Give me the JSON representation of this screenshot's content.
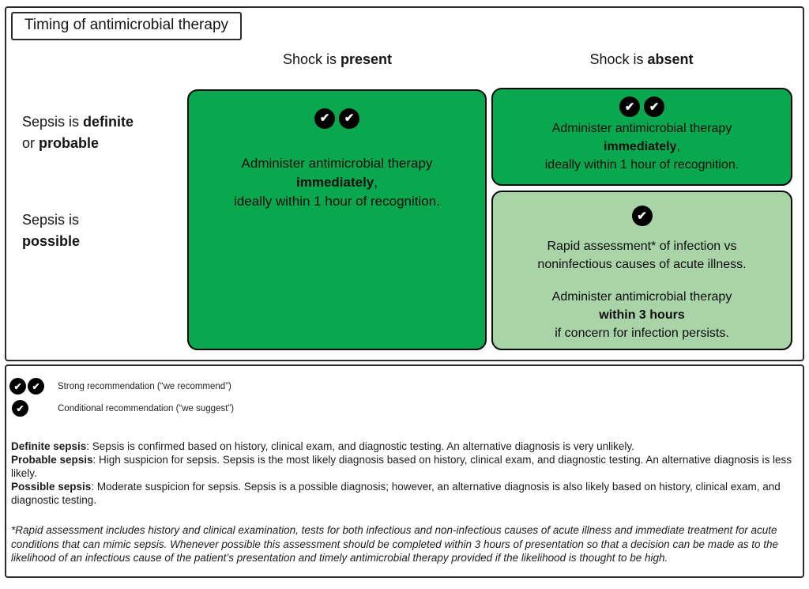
{
  "checkmark": "✔",
  "colors": {
    "dark_green": "#0aa84e",
    "light_green": "#a9d4a7",
    "circle_black": "#000000",
    "check_white": "#ffffff"
  },
  "header": {
    "title": "Timing of antimicrobial therapy"
  },
  "columns": [
    {
      "prefix": "Shock is ",
      "bold": "present"
    },
    {
      "prefix": "Shock is ",
      "bold": "absent"
    }
  ],
  "row_labels": {
    "definite": {
      "l1": "Sepsis is ",
      "l1_bold": "definite",
      "l2": "or ",
      "l2_bold": "probable"
    },
    "possible": {
      "l1": "Sepsis is",
      "l2_bold": "possible"
    }
  },
  "cells": {
    "present_all": {
      "checkmarks": 2,
      "l1": "Administer antimicrobial therapy",
      "l2_bold": "immediately",
      "l2_suffix": ",",
      "l3": "ideally within 1 hour of recognition."
    },
    "absent_definite": {
      "checkmarks": 2,
      "l1": "Administer antimicrobial therapy",
      "l2_bold": "immediately",
      "l2_suffix": ",",
      "l3": "ideally within 1 hour of recognition."
    },
    "absent_possible": {
      "checkmarks": 1,
      "p1_l1": "Rapid assessment* of infection vs",
      "p1_l2": "noninfectious causes of acute illness.",
      "p2_l1": "Administer antimicrobial therapy",
      "p2_l2_bold": "within 3 hours",
      "p2_l3": "if concern for infection persists."
    }
  },
  "legend": [
    {
      "checkmarks": 2,
      "label": "Strong recommendation (“we recommend”)"
    },
    {
      "checkmarks": 1,
      "label": "Conditional recommendation (“we suggest”)"
    }
  ],
  "definitions": [
    {
      "term": "Definite sepsis",
      "text": ": Sepsis is confirmed based on history, clinical exam, and diagnostic testing. An alternative diagnosis is very unlikely."
    },
    {
      "term": "Probable sepsis",
      "text": ": High suspicion for sepsis. Sepsis is the most likely diagnosis based on history, clinical exam, and diagnostic testing. An alternative diagnosis is less likely."
    },
    {
      "term": "Possible sepsis",
      "text": ": Moderate suspicion for sepsis. Sepsis is a possible diagnosis; however, an alternative diagnosis is also likely based on history, clinical exam, and diagnostic testing."
    }
  ],
  "footnote": "*Rapid assessment includes history and clinical examination, tests for both infectious and non-infectious causes of acute illness and immediate treatment for acute conditions that can mimic sepsis. Whenever possible this assessment should be completed within 3 hours of presentation so that a decision can be made as to the likelihood of an infectious cause of the patient’s presentation and timely antimicrobial therapy provided if the likelihood is thought to be high."
}
